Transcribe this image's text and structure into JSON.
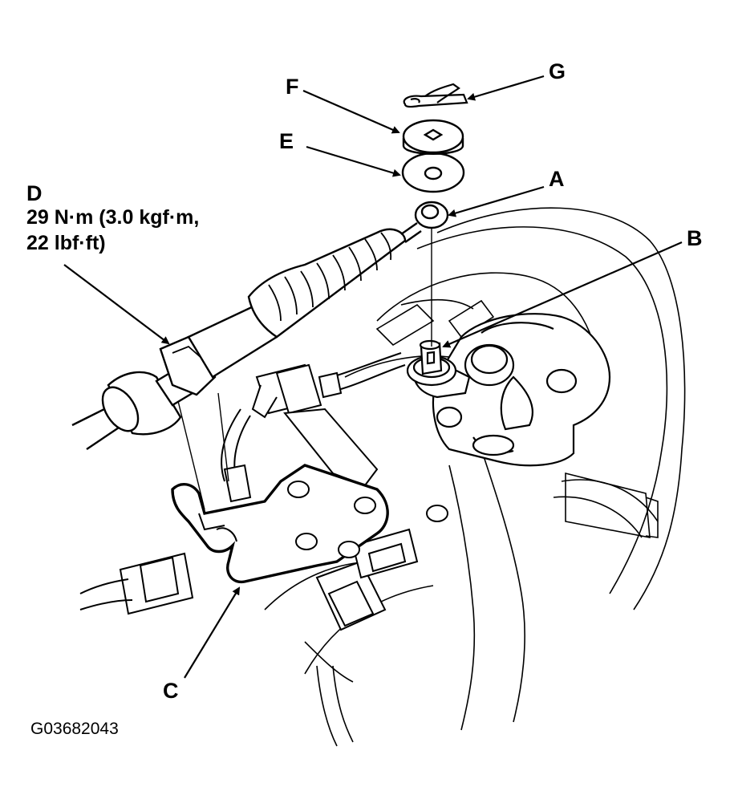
{
  "labels": {
    "a": "A",
    "b": "B",
    "c": "C",
    "d": "D",
    "e": "E",
    "f": "F",
    "g": "G"
  },
  "torque_spec": {
    "line1": "29 N·m (3.0 kgf·m,",
    "line2": "22 lbf·ft)"
  },
  "figure_id": "G03682043",
  "colors": {
    "ink": "#000000",
    "paper": "#ffffff"
  }
}
